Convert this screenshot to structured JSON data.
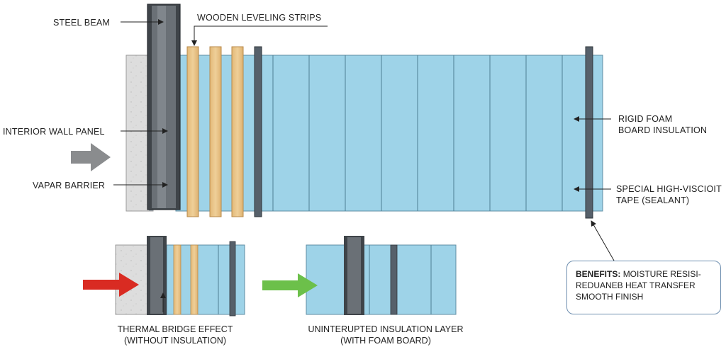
{
  "labels": {
    "steel_beam": "STEEL BEAM",
    "wooden_strips": "WOODEN LEVELING STRIPS",
    "interior_wall_panel": "INTERIOR WALL PANEL",
    "vapor_barrier": "VAPAR BARRIER",
    "rigid_foam_line1": "RIGID FOAM",
    "rigid_foam_line2": "BOARD INSULATION",
    "tape_line1": "SPECIAL HIGH-VISCIOIT",
    "tape_line2": "TAPE (SEALANT)"
  },
  "benefits": {
    "heading": "BENEFITS:",
    "line1_rest": "MOISTURE RESISI-",
    "line2": "REDUANEB HEAT TRANSFER",
    "line3": "SMOOTH FINISH"
  },
  "captions": {
    "left_line1": "THERMAL BRIDGE EFFECT",
    "left_line2": "(WITHOUT INSULATION)",
    "right_line1": "UNINTERUPTED INSULATION LAYER",
    "right_line2": "(WITH FOAM BOARD)"
  },
  "colors": {
    "foam": "#9ed3e8",
    "steel": "#5c6268",
    "wood": "#e8c38a",
    "concrete": "#dcdcdc",
    "arrow_gray": "#8a8c8e",
    "arrow_red": "#d92b22",
    "arrow_green": "#6cc04a"
  }
}
